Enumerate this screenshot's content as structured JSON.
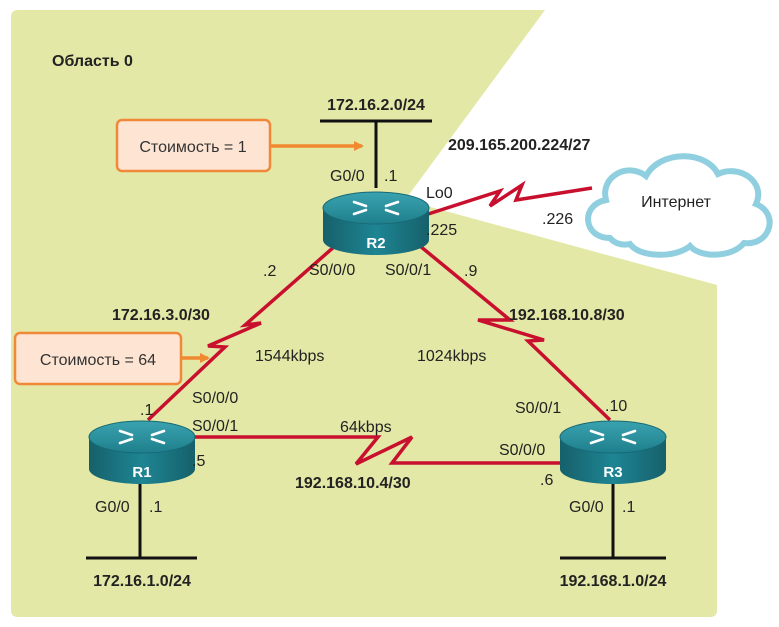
{
  "area": {
    "label": "Область 0"
  },
  "colors": {
    "area_bg": "#e3e8a6",
    "link": "#c8102e",
    "arrow": "#f2892e",
    "callout_bg": "#fde4d3",
    "callout_border": "#f0883a",
    "router_top": "#2a8b98",
    "router_body": "#197683",
    "cloud_stroke": "#8fcfe0"
  },
  "callouts": {
    "cost1": "Стоимость = 1",
    "cost64": "Стоимость = 64"
  },
  "routers": {
    "r1": {
      "name": "R1"
    },
    "r2": {
      "name": "R2"
    },
    "r3": {
      "name": "R3"
    }
  },
  "cloud": {
    "label": "Интернет"
  },
  "networks": {
    "r2_lan": "172.16.2.0/24",
    "r2_isp": "209.165.200.224/27",
    "r1_r2": "172.16.3.0/30",
    "r2_r3": "192.168.10.8/30",
    "r1_r3": "192.168.10.4/30",
    "r1_lan": "172.16.1.0/24",
    "r3_lan": "192.168.1.0/24"
  },
  "bandwidth": {
    "r1_r2": "1544kbps",
    "r2_r3": "1024kbps",
    "r1_r3": "64kbps"
  },
  "interfaces": {
    "r2_g0": "G0/0",
    "r2_g0_ip": ".1",
    "r2_lo0": "Lo0",
    "r2_lo0_ip": ".225",
    "isp_ip": ".226",
    "r2_s000": "S0/0/0",
    "r2_s000_ip": ".2",
    "r2_s001": "S0/0/1",
    "r2_s001_ip": ".9",
    "r1_s000": "S0/0/0",
    "r1_s000_ip": ".1",
    "r1_s001": "S0/0/1",
    "r1_s001_ip": ".5",
    "r1_g0": "G0/0",
    "r1_g0_ip": ".1",
    "r3_s001": "S0/0/1",
    "r3_s001_ip": ".10",
    "r3_s000": "S0/0/0",
    "r3_s000_ip": ".6",
    "r3_g0": "G0/0",
    "r3_g0_ip": ".1"
  }
}
